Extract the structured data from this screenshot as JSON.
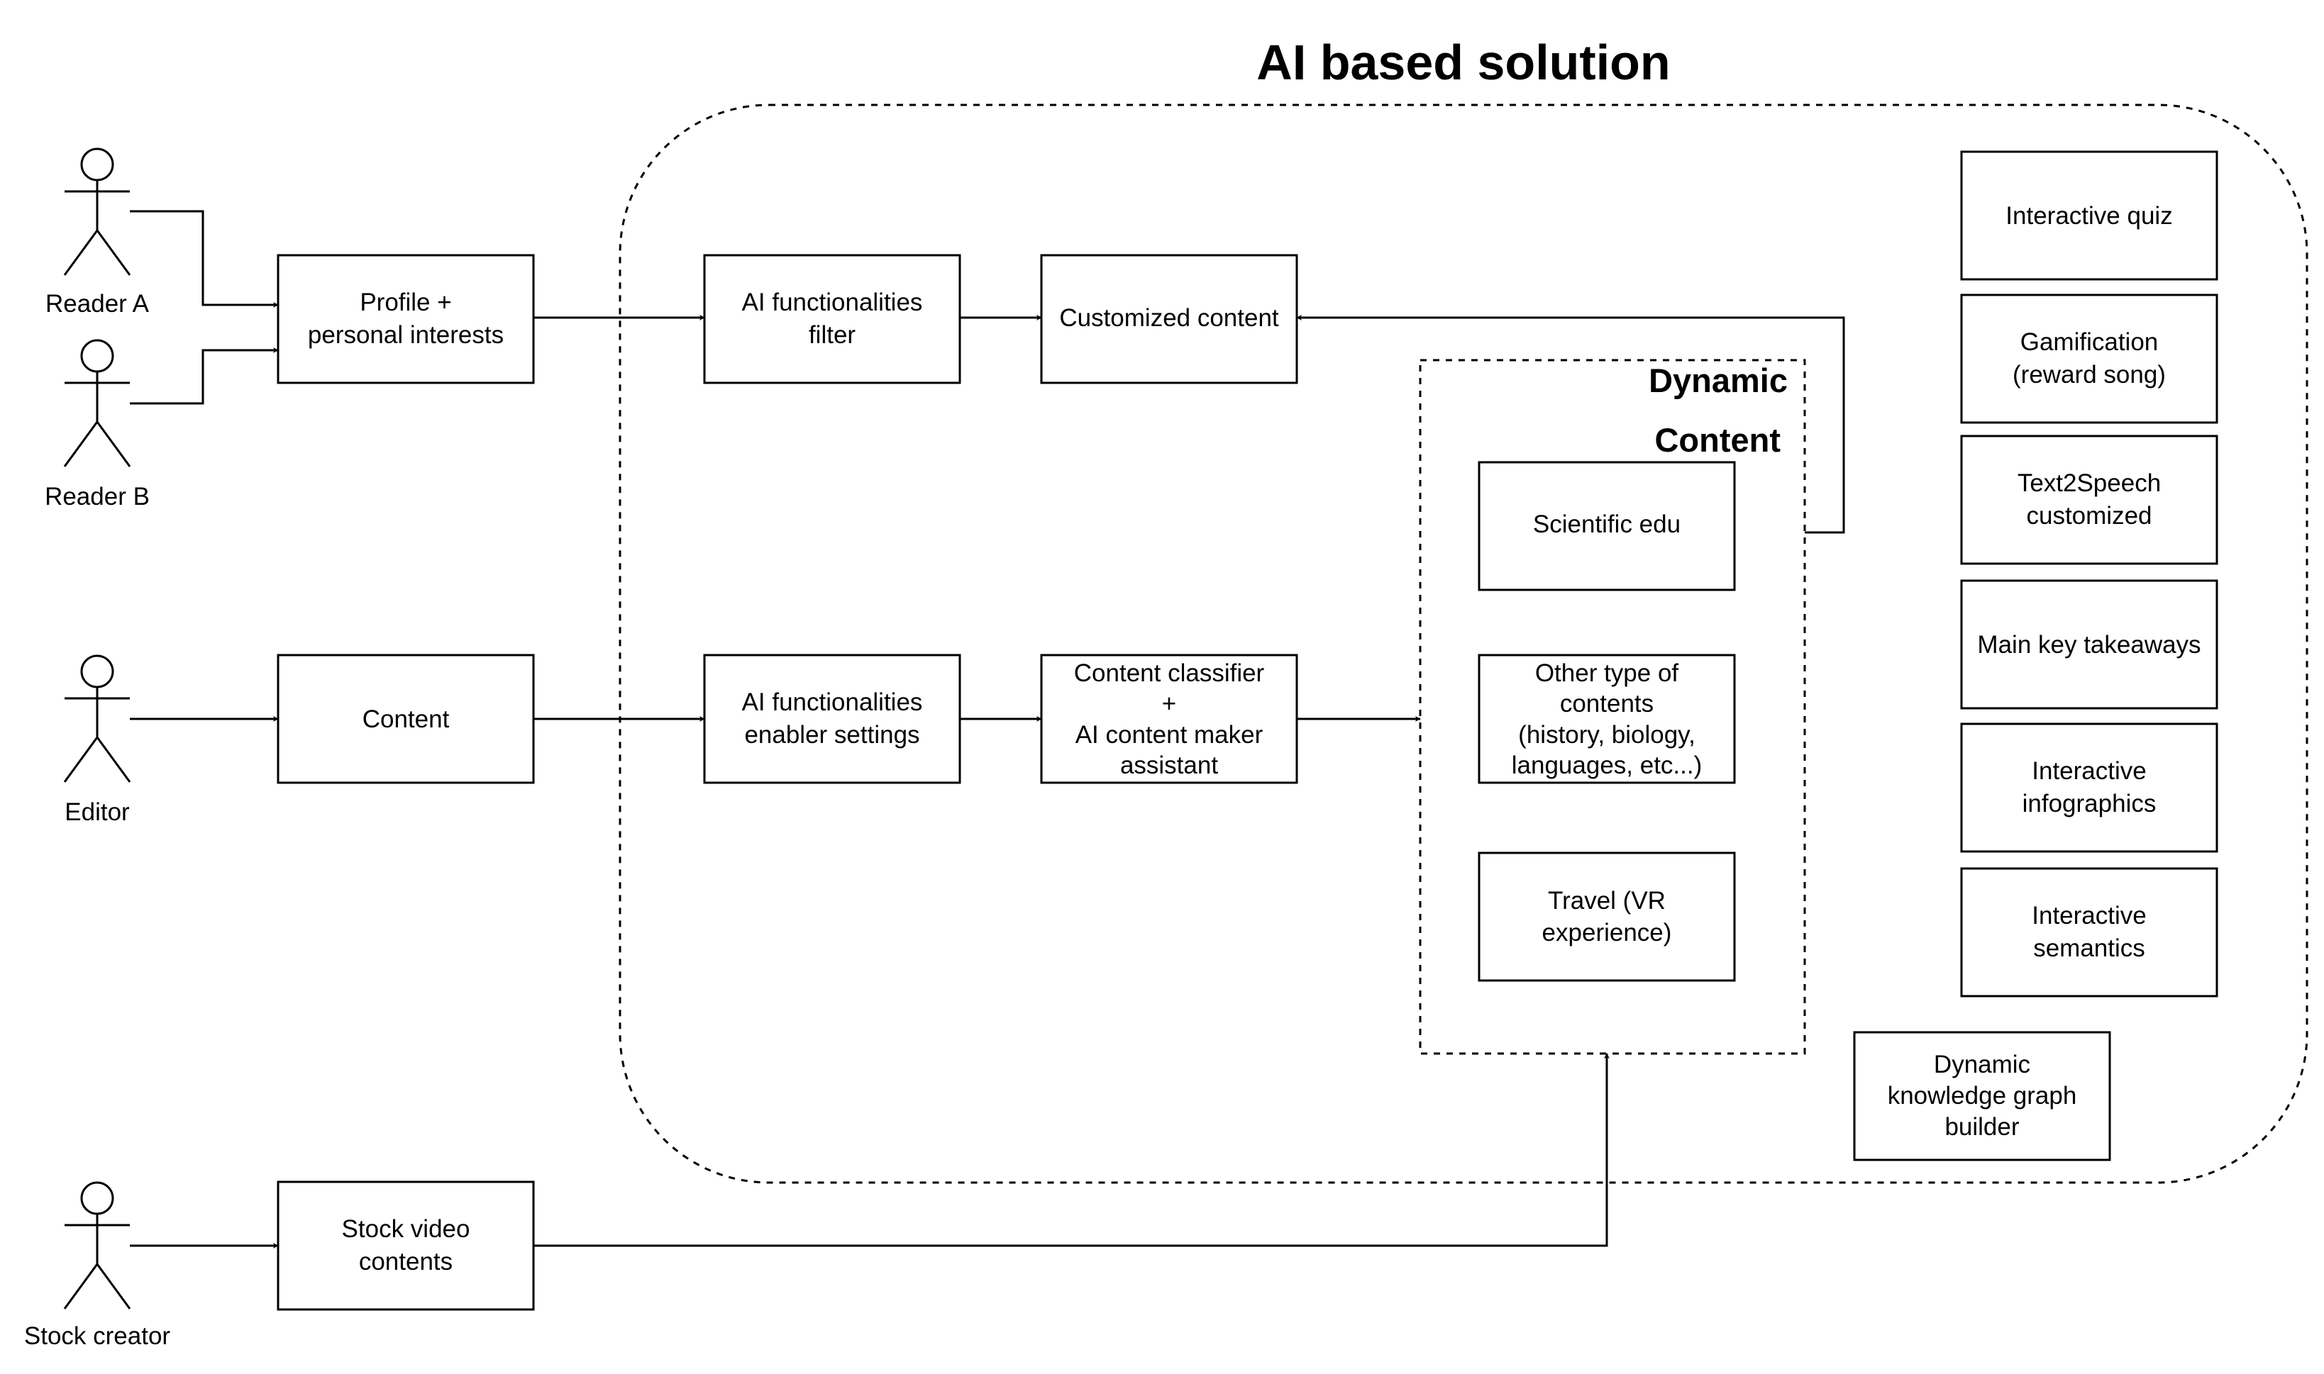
{
  "title": "AI based solution",
  "actors": {
    "reader_a": "Reader A",
    "reader_b": "Reader B",
    "editor": "Editor",
    "stock_creator": "Stock creator"
  },
  "boxes": {
    "profile": [
      "Profile +",
      "personal interests"
    ],
    "content": [
      "Content"
    ],
    "stock_video": [
      "Stock video",
      "contents"
    ],
    "ai_filter": [
      "AI functionalities",
      "filter"
    ],
    "customized": [
      "Customized content"
    ],
    "ai_enabler": [
      "AI functionalities",
      "enabler settings"
    ],
    "classifier": [
      "Content classifier",
      "+",
      "AI content maker",
      "assistant"
    ],
    "scientific": [
      "Scientific edu"
    ],
    "other_types": [
      "Other type of",
      "contents",
      "(history, biology,",
      "languages, etc...)"
    ],
    "travel": [
      "Travel (VR",
      "experience)"
    ],
    "knowledge_graph": [
      "Dynamic",
      "knowledge graph",
      "builder"
    ]
  },
  "dynamic_content": [
    "Dynamic",
    "Content"
  ],
  "features": [
    [
      "Interactive quiz"
    ],
    [
      "Gamification",
      "(reward song)"
    ],
    [
      "Text2Speech",
      "customized"
    ],
    [
      "Main key takeaways"
    ],
    [
      "Interactive",
      "infographics"
    ],
    [
      "Interactive",
      "semantics"
    ]
  ]
}
